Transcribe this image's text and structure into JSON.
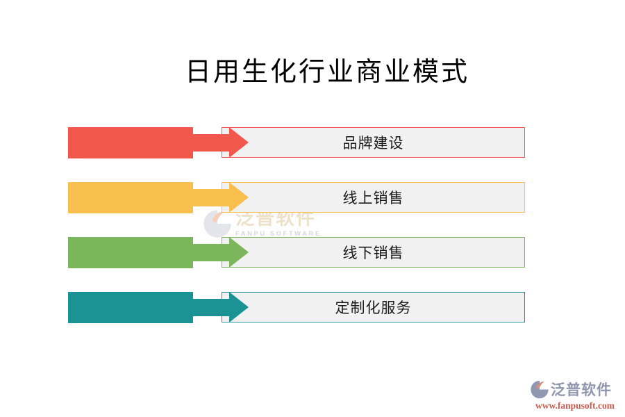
{
  "title": "日用生化行业商业模式",
  "rows": [
    {
      "label": "品牌建设",
      "color": "#F2574B"
    },
    {
      "label": "线上销售",
      "color": "#F8BF4F"
    },
    {
      "label": "线下销售",
      "color": "#7BB55C"
    },
    {
      "label": "定制化服务",
      "color": "#1B9394"
    }
  ],
  "watermark": {
    "name": "泛普软件",
    "subtitle": "FANPU SOFTWARE"
  },
  "footer": {
    "brand": "泛普软件",
    "url": "www.fanpusoft.com"
  }
}
